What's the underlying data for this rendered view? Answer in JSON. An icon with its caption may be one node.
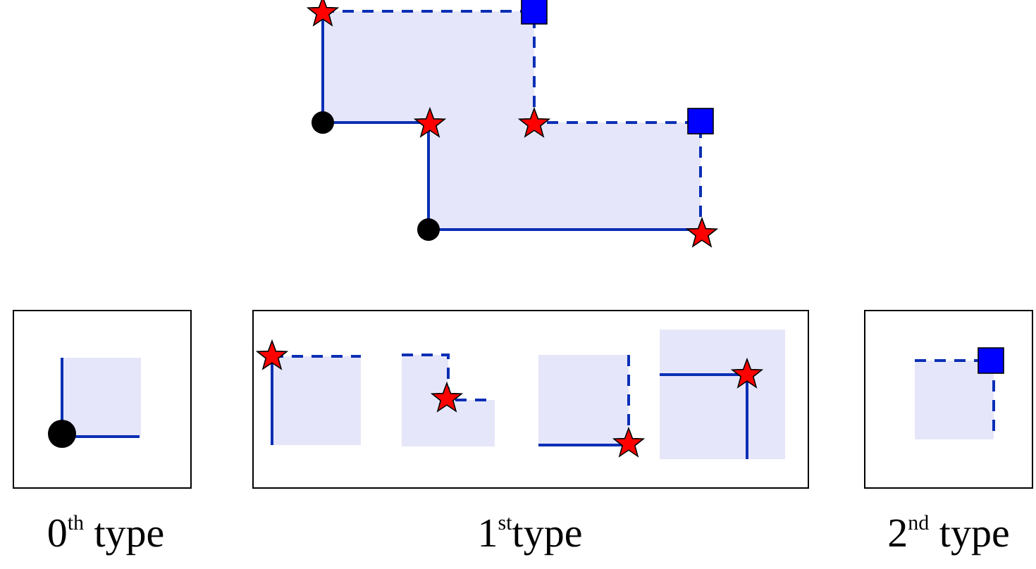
{
  "diagram": {
    "labels": [
      "0$^{th}$ type",
      "1$^{st}$type",
      "2$^{nd}$ type"
    ]
  }
}
